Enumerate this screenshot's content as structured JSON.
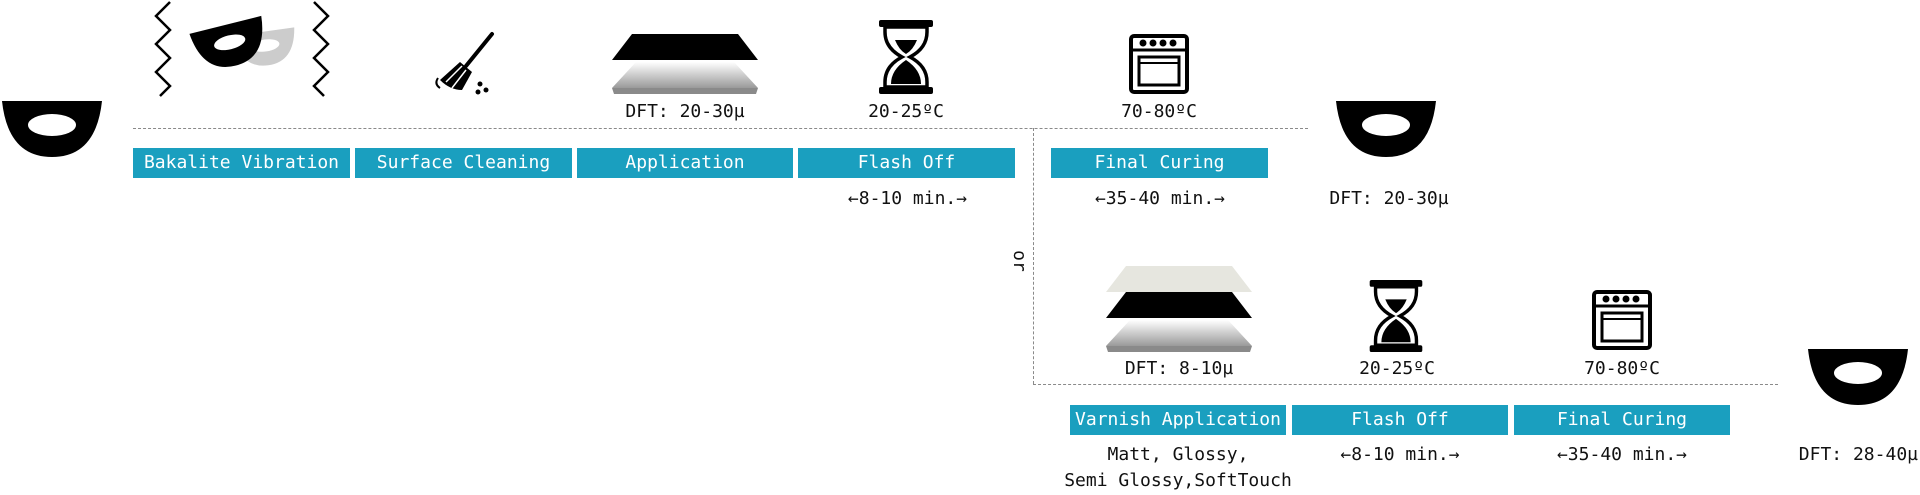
{
  "process": {
    "top": {
      "steps": [
        "Bakalite Vibration",
        "Surface Cleaning",
        "Application",
        "Flash Off",
        "Final Curing"
      ],
      "application_dft": "DFT: 20-30µ",
      "flash_temp": "20-25ºC",
      "flash_time": "←8-10 min.→",
      "curing_temp": "70-80ºC",
      "curing_time": "←35-40 min.→",
      "result_dft": "DFT: 20-30µ"
    },
    "or_label": "or",
    "bottom": {
      "steps": [
        "Varnish Application",
        "Flash Off",
        "Final Curing"
      ],
      "varnish_dft": "DFT: 8-10µ",
      "varnish_finish_line1": "Matt, Glossy,",
      "varnish_finish_line2": "Semi Glossy,SoftTouch",
      "flash_temp": "20-25ºC",
      "flash_time": "←8-10 min.→",
      "curing_temp": "70-80ºC",
      "curing_time": "←35-40 min.→",
      "result_dft": "DFT: 28-40µ"
    }
  },
  "colors": {
    "step_bg": "#1a9fbf",
    "step_text": "#ffffff",
    "icon": "#000000",
    "dash": "#8a8a8a"
  },
  "icons": [
    "part-icon",
    "vibration-icon",
    "broom-icon",
    "coating-layer-icon",
    "hourglass-icon",
    "oven-icon",
    "varnish-layers-icon"
  ]
}
